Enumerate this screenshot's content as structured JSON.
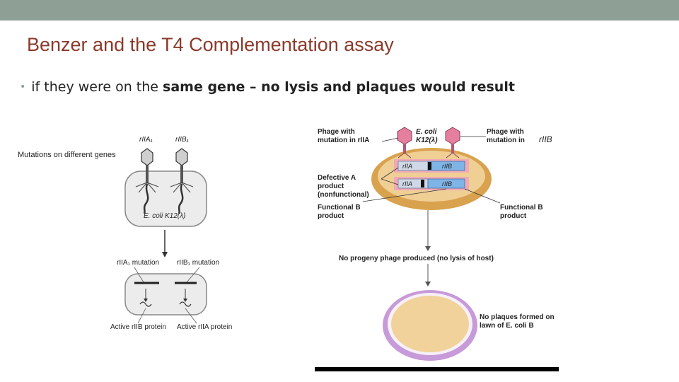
{
  "slide": {
    "title": "Benzer and the T4 Complementation assay",
    "bullet": {
      "prefix": "if they were on the ",
      "bold": "same gene – no lysis and plaques would result"
    },
    "overlay_label": "rIIB"
  },
  "left_figure": {
    "header": "Mutations on different genes",
    "phage_left_label": "rIIA₁",
    "phage_right_label": "rIIB₁",
    "cell_label": "E. coli K12(λ)",
    "mutation_left_label": "rIIA₁ mutation",
    "mutation_right_label": "rIIB₁ mutation",
    "protein_left_label": "Active rIIB protein",
    "protein_right_label": "Active rIIA protein"
  },
  "right_figure": {
    "phage_left_label": "Phage with mutation in rIIA",
    "host_label": "E. coli K12(λ)",
    "phage_right_label": "Phage with mutation in",
    "gene_top_left": "rIIA",
    "gene_top_right": "rIIB",
    "gene_bottom_left": "rIIA",
    "gene_bottom_right": "rIIB",
    "defective_label": "Defective A product (nonfunctional)",
    "functional_left_label": "Functional B product",
    "functional_right_label": "Functional B product",
    "no_progeny_label": "No progeny phage produced (no lysis of host)",
    "no_plaques_label": "No plaques formed on lawn of E. coli B"
  }
}
